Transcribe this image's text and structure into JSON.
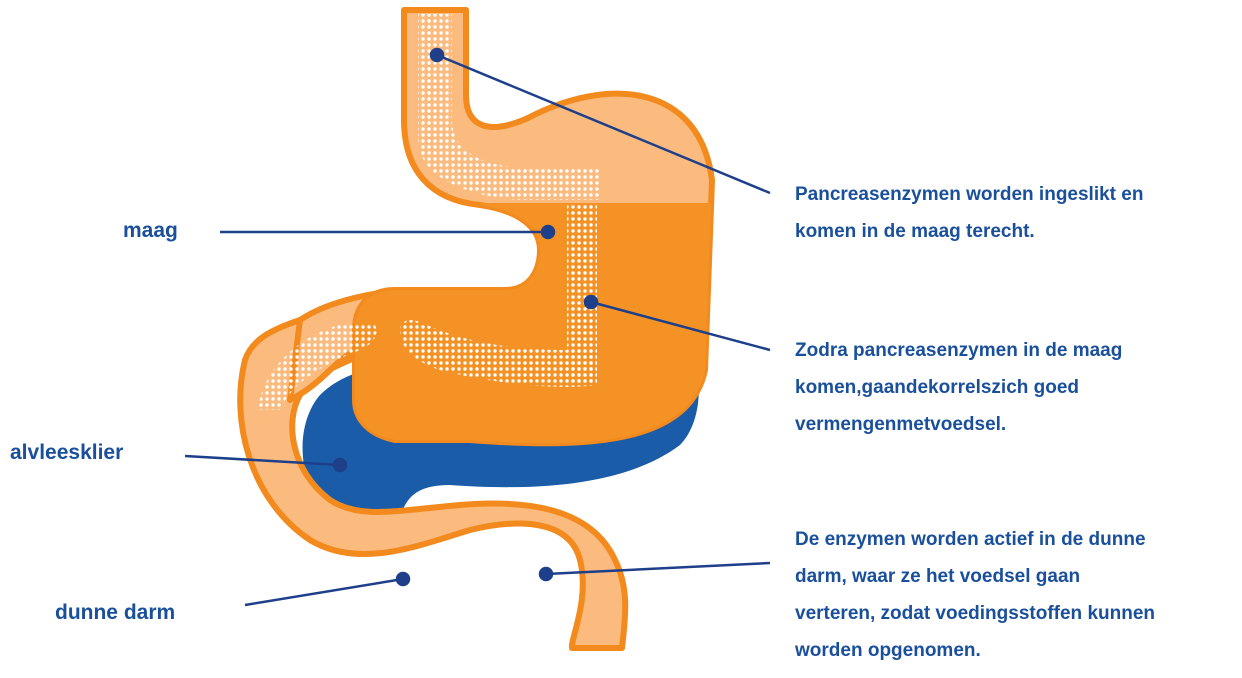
{
  "labels": {
    "maag": "maag",
    "alvleesklier": "alvleesklier",
    "dunne_darm": "dunne darm"
  },
  "notes": {
    "swallowed": [
      "Pancreasenzymen worden ingeslikt en",
      "komen in de maag terecht."
    ],
    "mixing": [
      "Zodra pancreasenzymen in de maag",
      "komen,gaandekorrelszich goed",
      "vermengenmetvoedsel."
    ],
    "active": [
      "De enzymen worden actief in de dunne",
      "darm, waar ze het voedsel gaan",
      "verteren, zodat voedingsstoffen kunnen",
      "worden opgenomen."
    ]
  },
  "colors": {
    "stomach_outline": "#f28a1e",
    "stomach_light": "#fbbb7e",
    "stomach_wall": "#fdd4a6",
    "stomach_fill": "#f49225",
    "pancreas": "#1b5ca8",
    "leader_line": "#1e3f8a",
    "text": "#1a4f9c"
  }
}
